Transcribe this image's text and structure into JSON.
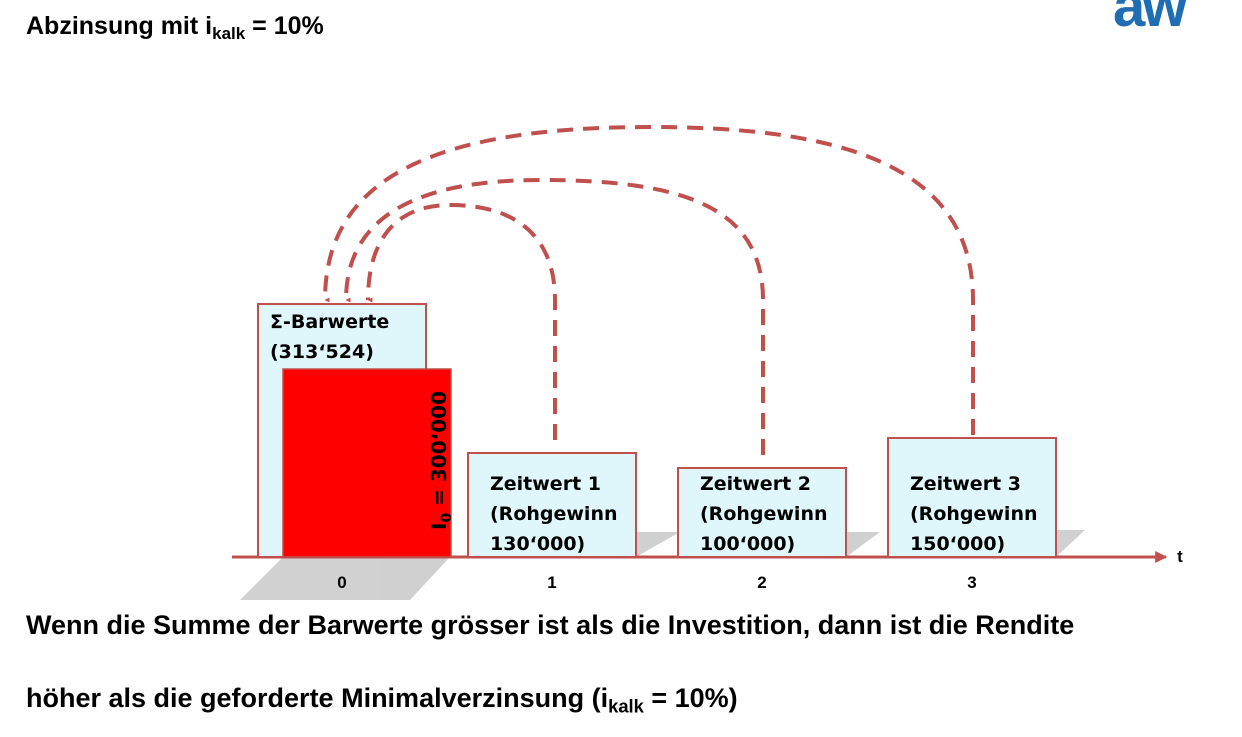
{
  "heading": {
    "prefix": "Abzinsung mit i",
    "sub": "kalk",
    "suffix": " = 10%"
  },
  "logo": {
    "text": "aw"
  },
  "diagram": {
    "sum_box": {
      "line1": "Σ-Barwerte",
      "line2": "(313‘524)"
    },
    "investment": {
      "label": "I",
      "sub": "0",
      "value": " = 300‘000"
    },
    "boxes": [
      {
        "title": "Zeitwert 1",
        "line2": "(Rohgewinn",
        "line3": "130‘000)"
      },
      {
        "title": "Zeitwert 2",
        "line2": "(Rohgewinn",
        "line3": "100‘000)"
      },
      {
        "title": "Zeitwert 3",
        "line2": "(Rohgewinn",
        "line3": "150‘000)"
      }
    ],
    "axis": {
      "ticks": [
        "0",
        "1",
        "2",
        "3"
      ],
      "label": "t"
    },
    "colors": {
      "box_fill": "#dff7fb",
      "box_border": "#c0504d",
      "investment": "#ff0000",
      "arrows": "#c0504d",
      "logo": "#1f6db3"
    }
  },
  "conclusion": {
    "line1": "Wenn die Summe der Barwerte grösser ist als die Investition, dann ist die Rendite",
    "line2_prefix": "höher als die geforderte Minimalverzinsung (i",
    "line2_sub": "kalk",
    "line2_suffix": " = 10%)"
  }
}
